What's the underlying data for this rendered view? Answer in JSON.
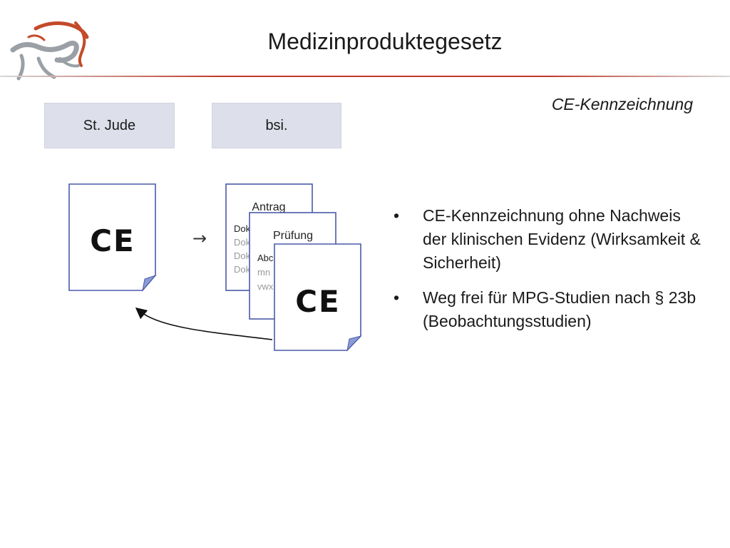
{
  "slide": {
    "title": "Medizinproduktegesetz",
    "subtitle": "CE-Kennzeichnung"
  },
  "tags": [
    {
      "label": "St. Jude"
    },
    {
      "label": "bsi."
    }
  ],
  "documents": {
    "ce_mark": "CE",
    "arrow": "→",
    "antrag": {
      "title": "Antrag",
      "lines": [
        "Dok",
        "Dok",
        "Dok",
        "Dok"
      ]
    },
    "pruefung": {
      "title": "Prüfung",
      "lines": [
        "Abc",
        "mn",
        "vwx"
      ]
    }
  },
  "bullets": [
    {
      "marker": "•",
      "text": "CE-Kennzeichnung ohne Nachweis der klinischen Evidenz (Wirksamkeit & Sicherheit)"
    },
    {
      "marker": "•",
      "text": "Weg frei für MPG-Studien nach § 23b (Beobachtungsstudien)"
    }
  ],
  "colors": {
    "doc_border": "#4a5aa8",
    "doc_fold": "#8a9ad6",
    "tag_fill": "#dde0eb",
    "rule_red": "#c0392b",
    "logo_red": "#c44a2a",
    "logo_gray": "#9aa0a6"
  }
}
